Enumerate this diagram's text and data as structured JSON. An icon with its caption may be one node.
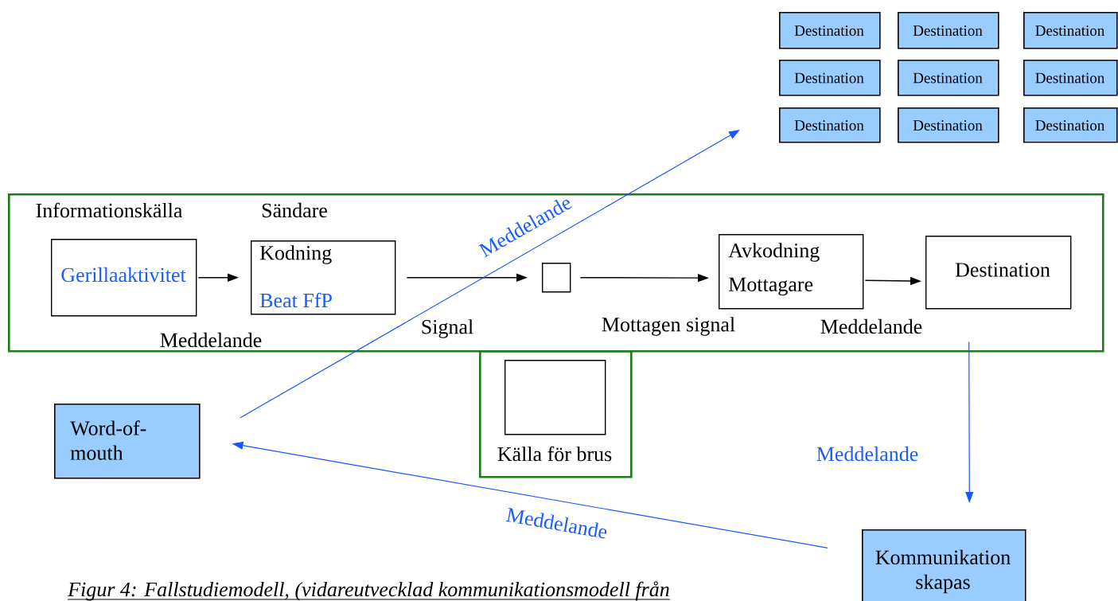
{
  "diagram": {
    "caption": "Figur 4: Fallstudiemodell, (vidareutvecklad kommunikationsmodell från",
    "nodes": [
      {
        "text": [
          "Destination"
        ]
      },
      {
        "text": [
          "Destination"
        ]
      },
      {
        "text": [
          "Destination"
        ]
      },
      {
        "text": [
          "Destination"
        ]
      },
      {
        "text": [
          "Destination"
        ]
      },
      {
        "text": [
          "Destination"
        ]
      },
      {
        "text": [
          "Destination"
        ]
      },
      {
        "text": [
          "Destination"
        ]
      },
      {
        "text": [
          "Destination"
        ]
      },
      {
        "text": [],
        "shape": "box"
      },
      {
        "text": [
          "Gerillaaktivitet"
        ],
        "in": 9
      },
      {
        "text": [
          "Kodning",
          "Beat FfP"
        ],
        "in": 9
      },
      {
        "text": [],
        "shape": "box",
        "in": 9
      },
      {
        "text": [
          "Avkodning",
          "Mottagare"
        ],
        "in": 9
      },
      {
        "text": [
          "Destination"
        ],
        "in": 9
      },
      {
        "text": [
          "Källa för brus"
        ]
      },
      {
        "text": [],
        "shape": "box",
        "in": 15
      },
      {
        "text": [
          "Word-of-mouth"
        ]
      },
      {
        "text": [
          "Kommunikation skapas"
        ]
      }
    ],
    "edges": [
      {
        "from": 10,
        "to": 11,
        "arrow": "to"
      },
      {
        "from": 11,
        "to": 12,
        "arrow": "to"
      },
      {
        "from": 12,
        "to": 13,
        "arrow": "to"
      },
      {
        "from": 13,
        "to": 14,
        "arrow": "to"
      },
      {
        "from": 17,
        "to": null,
        "arrow": "to",
        "label": "Meddelande",
        "color": "#1a56ff"
      },
      {
        "from": 14,
        "to": 18,
        "arrow": "to",
        "label": "Meddelande",
        "color": "#1a56ff"
      },
      {
        "from": 18,
        "to": 17,
        "arrow": "to",
        "label": "Meddelande",
        "color": "#1a56ff"
      }
    ],
    "labels": [
      "Informationskälla",
      "Sändare",
      "Meddelande",
      "Signal",
      "Mottagen signal",
      "Meddelande"
    ]
  }
}
